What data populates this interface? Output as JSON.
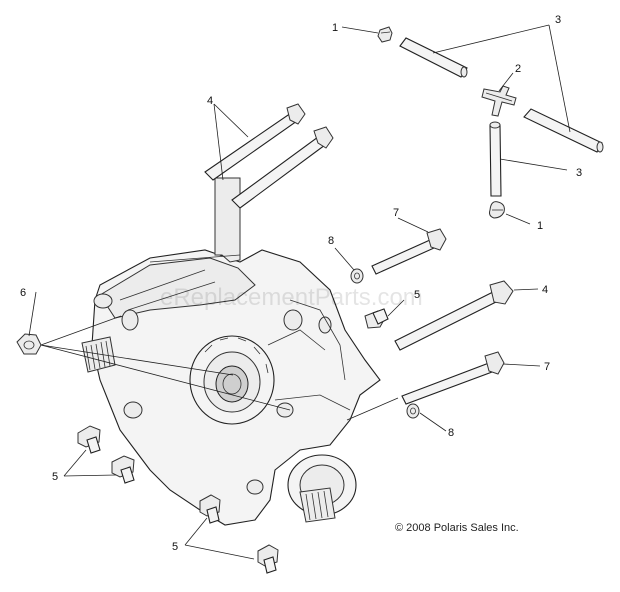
{
  "callouts": {
    "c1a": "1",
    "c1b": "1",
    "c2": "2",
    "c3a": "3",
    "c3b": "3",
    "c4a": "4",
    "c4b": "4",
    "c5a": "5",
    "c5b": "5",
    "c5c": "5",
    "c6": "6",
    "c7a": "7",
    "c7b": "7",
    "c8a": "8",
    "c8b": "8"
  },
  "watermark": "eReplacementParts.com",
  "copyright": "© 2008 Polaris Sales Inc."
}
